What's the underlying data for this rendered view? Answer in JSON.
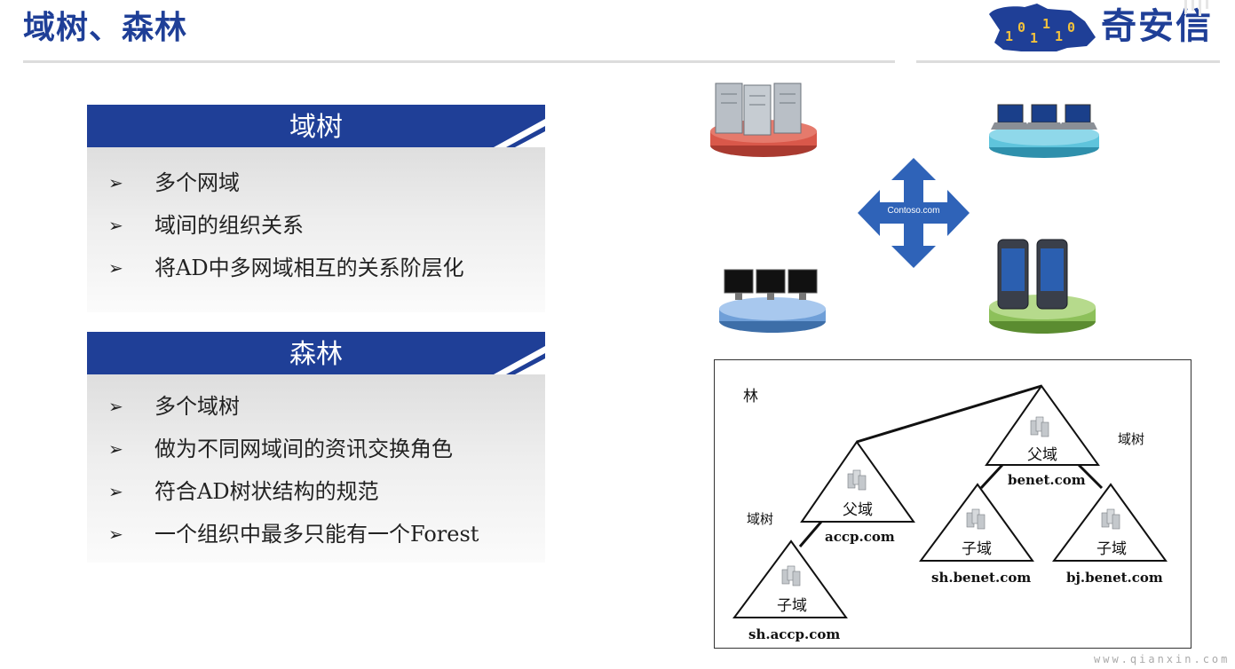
{
  "slide": {
    "title": "域树、森林"
  },
  "logo": {
    "text": "奇安信",
    "digits": [
      "1",
      "0",
      "1",
      "1",
      "1",
      "0"
    ]
  },
  "panels": [
    {
      "title": "域树",
      "items": [
        "多个网域",
        "域间的组织关系",
        "将AD中多网域相互的关系阶层化"
      ]
    },
    {
      "title": "森林",
      "items": [
        "多个域树",
        "做为不同网域间的资讯交换角色",
        "符合AD树状结构的规范",
        "一个组织中最多只能有一个Forest"
      ]
    }
  ],
  "bullet_symbol": "➢",
  "network": {
    "hub_label": "Contoso.com"
  },
  "forest": {
    "forest_label": "林",
    "tree_label_right": "域树",
    "tree_label_left": "域树",
    "nodes": {
      "benet_role": "父域",
      "benet_name": "benet.com",
      "accp_role": "父域",
      "accp_name": "accp.com",
      "sh_benet_role": "子域",
      "sh_benet_name": "sh.benet.com",
      "bj_benet_role": "子域",
      "bj_benet_name": "bj.benet.com",
      "sh_accp_role": "子域",
      "sh_accp_name": "sh.accp.com"
    }
  },
  "watermark": "www.qianxin.com",
  "colors": {
    "brand_blue": "#1f3f97",
    "red_base": "#d9584a",
    "cyan_base": "#5fc4dc",
    "blue_base": "#6f9fd8",
    "green_base": "#8dc05a",
    "arrow_blue": "#2f63b8"
  }
}
